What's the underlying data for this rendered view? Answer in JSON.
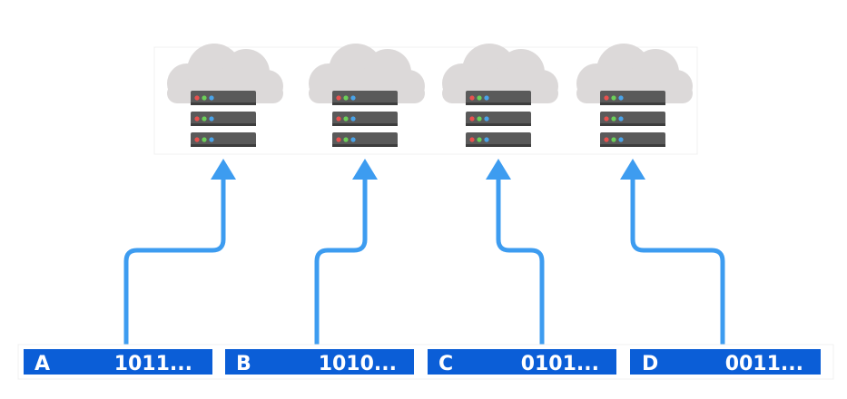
{
  "colors": {
    "background": "#ffffff",
    "panel_border": "#f0f0f0",
    "cloud": "#dcd9d9",
    "server_body": "#5a5a5a",
    "server_stripe": "#3d3d3d",
    "led_red": "#e8524f",
    "led_green": "#6ccf58",
    "led_blue": "#4aa3e8",
    "arrow": "#3d9cf0",
    "shard_bar": "#0b5ed7",
    "shard_text": "#ffffff"
  },
  "icons": [
    "cloud-icon",
    "server-rack-icon",
    "arrow-up-icon"
  ],
  "servers": [
    {
      "id": "server-1"
    },
    {
      "id": "server-2"
    },
    {
      "id": "server-3"
    },
    {
      "id": "server-4"
    }
  ],
  "shards": [
    {
      "label": "A",
      "bits": "1011..."
    },
    {
      "label": "B",
      "bits": "1010..."
    },
    {
      "label": "C",
      "bits": "0101..."
    },
    {
      "label": "D",
      "bits": "0011..."
    }
  ]
}
